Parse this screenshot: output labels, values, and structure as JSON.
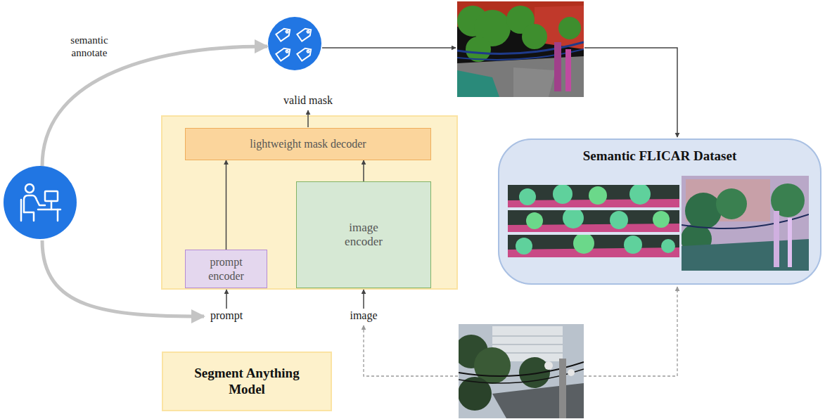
{
  "diagram": {
    "nodes": [
      {
        "text": [
          "lightweight mask decoder"
        ]
      },
      {
        "text": [
          "prompt encoder"
        ]
      },
      {
        "text": [
          "image encoder"
        ]
      },
      {
        "text": [
          "Segment Anything Model"
        ]
      },
      {
        "text": [
          "Semantic FLICAR Dataset"
        ]
      }
    ],
    "edges": [
      {
        "from": 1,
        "to": 0,
        "arrow": "to"
      },
      {
        "from": 2,
        "to": 0,
        "arrow": "to"
      }
    ],
    "labels": [
      "semantic annotate",
      "valid mask",
      "prompt",
      "image"
    ]
  }
}
